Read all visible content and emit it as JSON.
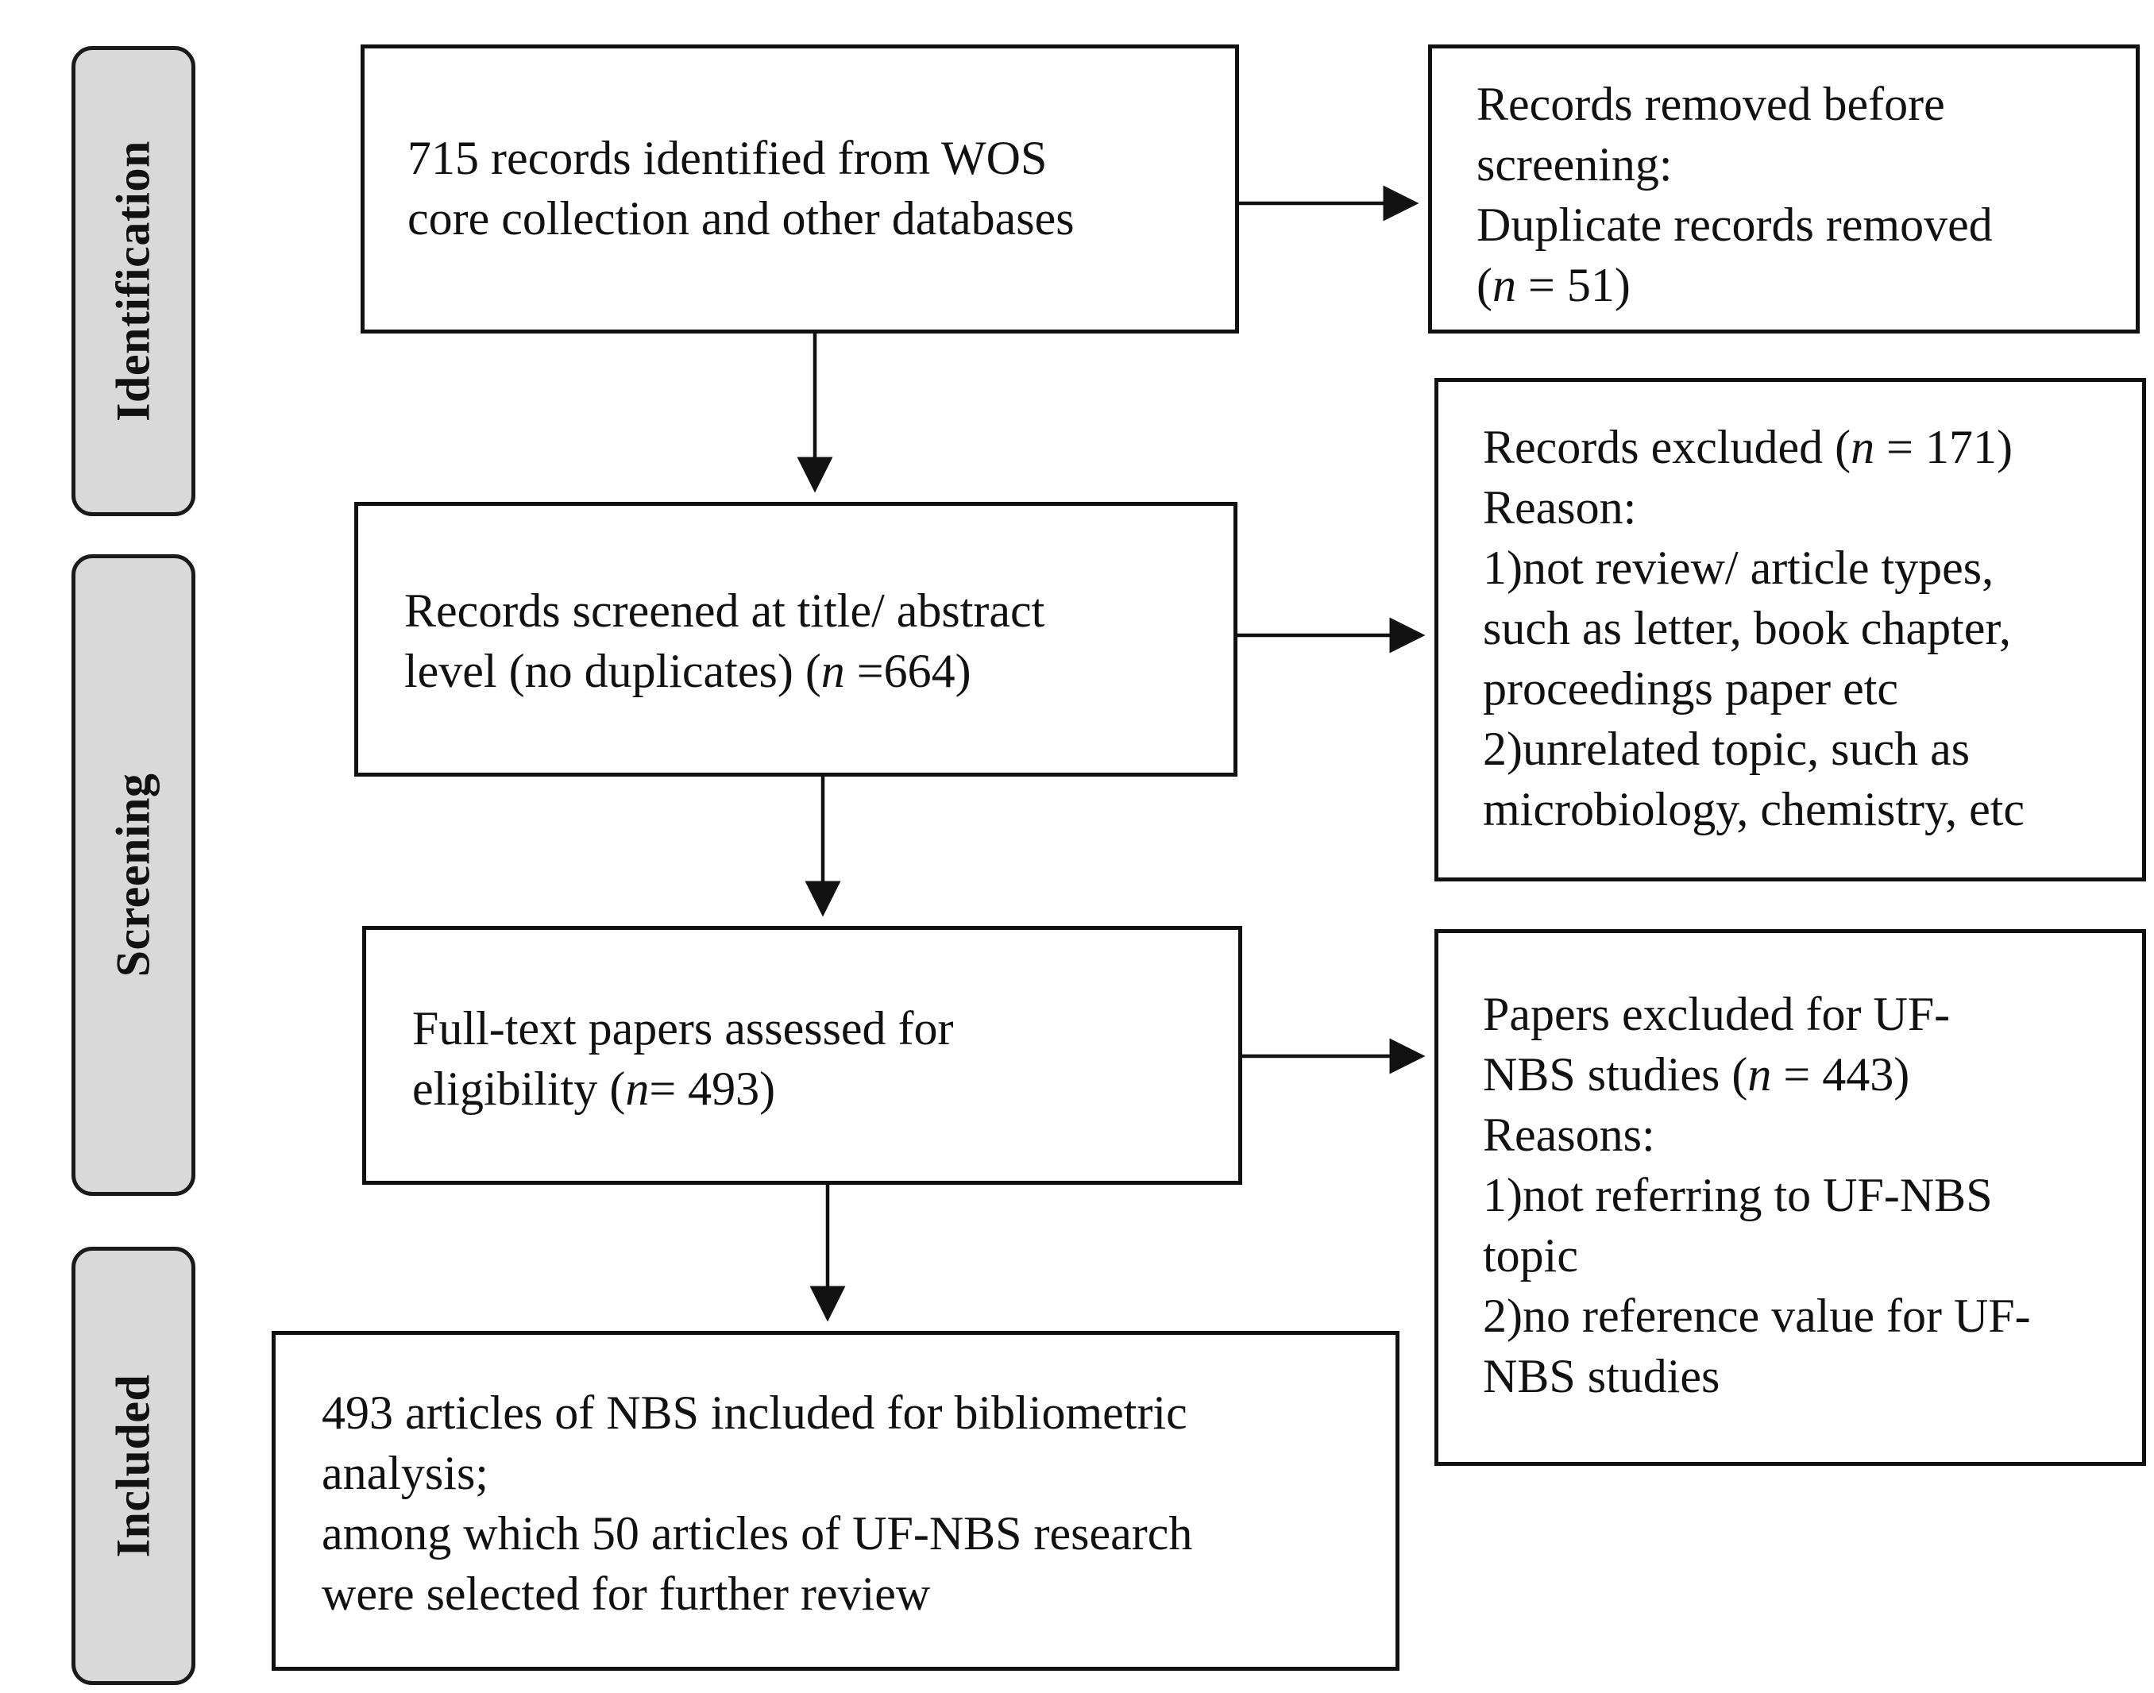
{
  "phases": {
    "identification": "Identification",
    "screening": "Screening",
    "included": "Included"
  },
  "main": {
    "identified": {
      "line1": "715 records identified from WOS",
      "line2": "core collection and other databases"
    },
    "screened": {
      "line1": "Records screened at title/ abstract",
      "line2_a": "level (no duplicates) (",
      "line2_n": "n",
      "line2_b": " =664)"
    },
    "fulltext": {
      "line1": "Full-text papers assessed for",
      "line2_a": "eligibility (",
      "line2_n": "n",
      "line2_b": "= 493)"
    },
    "included": {
      "line1": "493 articles of NBS included for bibliometric",
      "line2": "analysis;",
      "line3": "among which 50 articles of UF-NBS research",
      "line4": "were selected for further review"
    }
  },
  "side": {
    "removed": {
      "line1": "Records removed before",
      "line2": "screening:",
      "line3": "Duplicate records removed",
      "line4_a": "(",
      "line4_n": "n",
      "line4_b": " = 51)"
    },
    "excluded": {
      "line1_a": "Records excluded (",
      "line1_n": "n",
      "line1_b": " = 171)",
      "line2": "Reason:",
      "line3": "1)not review/ article types,",
      "line4": "such as letter, book chapter,",
      "line5": "proceedings paper etc",
      "line6": "2)unrelated topic, such as",
      "line7": "microbiology, chemistry, etc"
    },
    "papers_excluded": {
      "line1": "Papers excluded for UF-",
      "line2_a": "NBS studies (",
      "line2_n": "n",
      "line2_b": " = 443)",
      "line3": "Reasons:",
      "line4": "1)not referring to UF-NBS",
      "line5": "topic",
      "line6": "2)no reference value for UF-",
      "line7": "NBS studies"
    }
  }
}
